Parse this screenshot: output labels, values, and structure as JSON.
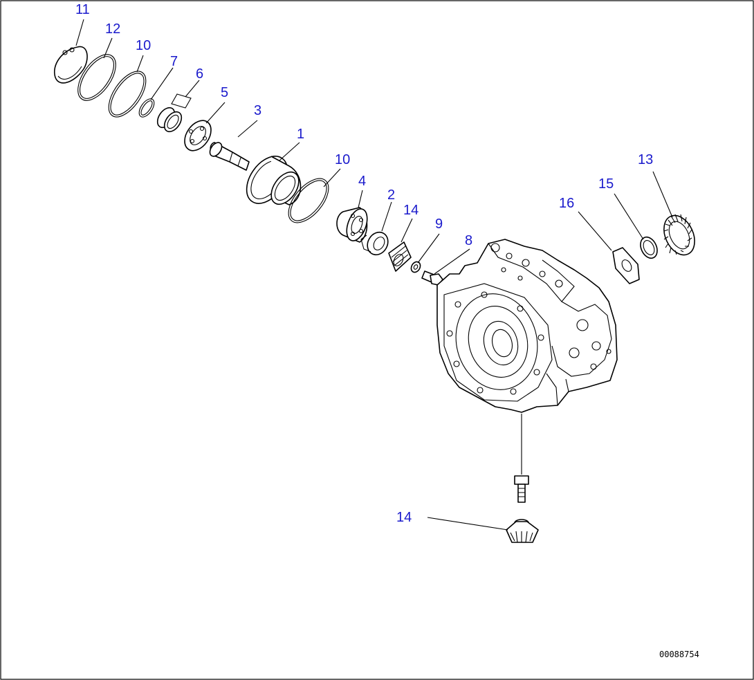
{
  "drawing_number": "00088754",
  "callouts": [
    {
      "id": "c11",
      "text": "11"
    },
    {
      "id": "c12",
      "text": "12"
    },
    {
      "id": "c10a",
      "text": "10"
    },
    {
      "id": "c7",
      "text": "7"
    },
    {
      "id": "c6",
      "text": "6"
    },
    {
      "id": "c5",
      "text": "5"
    },
    {
      "id": "c3",
      "text": "3"
    },
    {
      "id": "c1",
      "text": "1"
    },
    {
      "id": "c10b",
      "text": "10"
    },
    {
      "id": "c4",
      "text": "4"
    },
    {
      "id": "c2",
      "text": "2"
    },
    {
      "id": "c14a",
      "text": "14"
    },
    {
      "id": "c9",
      "text": "9"
    },
    {
      "id": "c8",
      "text": "8"
    },
    {
      "id": "c16",
      "text": "16"
    },
    {
      "id": "c15",
      "text": "15"
    },
    {
      "id": "c13",
      "text": "13"
    },
    {
      "id": "c14b",
      "text": "14"
    }
  ]
}
